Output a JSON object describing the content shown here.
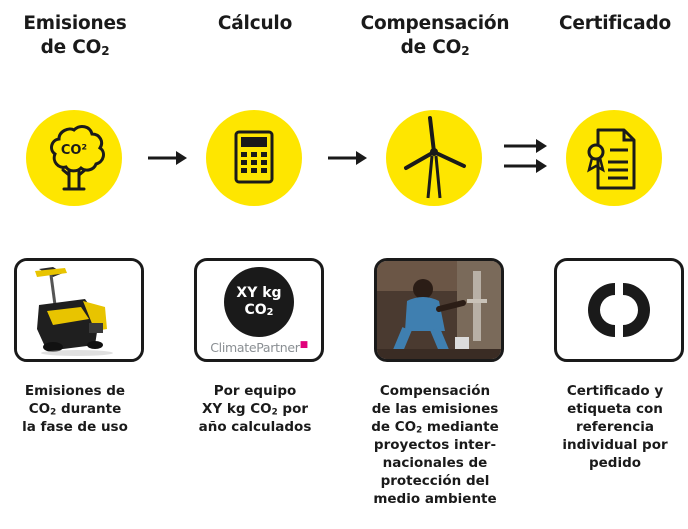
{
  "steps": [
    {
      "heading_main": "Emisiones",
      "heading_co2_prefix": "de CO",
      "heading_sub": "2",
      "icon": "tree-co2-icon",
      "icon_text": "CO²",
      "caption_line1": "Emisiones de",
      "caption_co2": "CO",
      "caption_sub": "2",
      "caption_line2_rest": " durante",
      "caption_line3": "la fase de uso",
      "image": "floor-scrubber-machine"
    },
    {
      "heading_main": "Cálculo",
      "icon": "calculator-icon",
      "badge_line1": "XY kg",
      "badge_co2": "CO",
      "badge_sub": "2",
      "partner_logo": "ClimatePartner",
      "caption_line1": "Por equipo",
      "caption_line2_a": "XY kg CO",
      "caption_sub": "2",
      "caption_line2_b": " por",
      "caption_line3": "año calculados"
    },
    {
      "heading_main": "Compensación",
      "heading_co2_prefix": "de CO",
      "heading_sub": "2",
      "icon": "wind-turbine-icon",
      "image": "woman-at-water-pump-photo",
      "caption_line1": "Compensación",
      "caption_line2": "de las emisiones",
      "caption_line3_a": "de CO",
      "caption_sub": "2",
      "caption_line3_b": " mediante",
      "caption_line4": "proyectos inter-",
      "caption_line5": "nacionales de",
      "caption_line6": "protección del",
      "caption_line7": "medio ambiente"
    },
    {
      "heading_main": "Certificado",
      "icon": "certificate-icon",
      "image": "climate-neutral-logo",
      "caption_line1": "Certificado y",
      "caption_line2": "etiqueta con",
      "caption_line3": "referencia",
      "caption_line4": "individual por",
      "caption_line5": "pedido"
    }
  ],
  "colors": {
    "accent": "#fee600",
    "ink": "#1a1a1a",
    "partner_gray": "#8a8f93",
    "partner_pink": "#e0007a"
  }
}
